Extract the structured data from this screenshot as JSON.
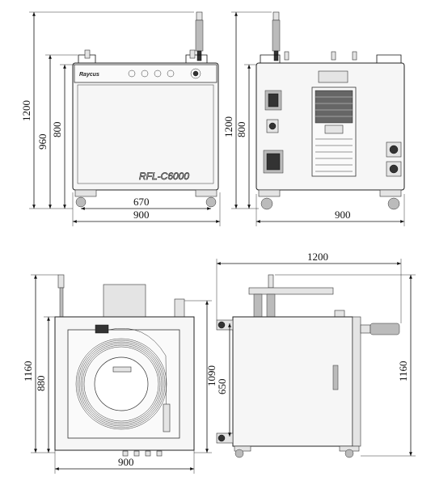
{
  "front_view": {
    "brand_label": "Raycus",
    "model_label": "RFL-C6000",
    "dim_height_total": "1200",
    "dim_height_frame": "960",
    "dim_height_body": "800",
    "dim_caster_span": "670",
    "dim_width": "900"
  },
  "rear_view": {
    "dim_height_total": "1200",
    "dim_height_body": "800",
    "dim_width": "900"
  },
  "top_view": {
    "dim_height_total": "1160",
    "dim_height_body": "880",
    "dim_height_right": "1090",
    "dim_width": "900"
  },
  "side_view": {
    "dim_depth": "1200",
    "dim_height_mid": "650",
    "dim_height_total": "1160"
  }
}
